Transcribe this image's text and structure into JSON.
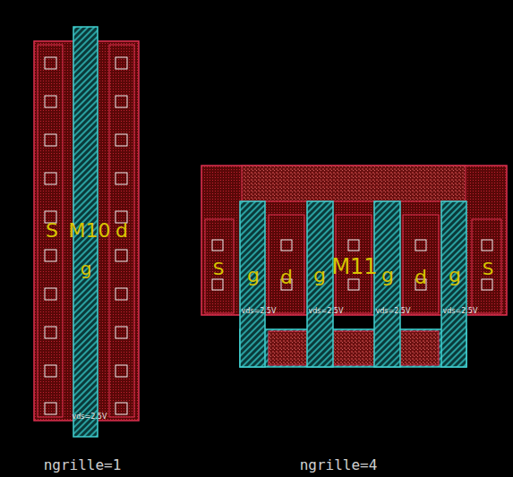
{
  "diagram": {
    "labels": [
      "S",
      "M10",
      "g",
      "d",
      "vds=2.5V",
      "S",
      "g",
      "d",
      "g",
      "M11",
      "g",
      "d",
      "g",
      "S",
      "vds=2.5V",
      "vds=2.5V",
      "vds=2.5V",
      "vds=2.5V",
      "ngrille=1",
      "ngrille=4"
    ]
  }
}
